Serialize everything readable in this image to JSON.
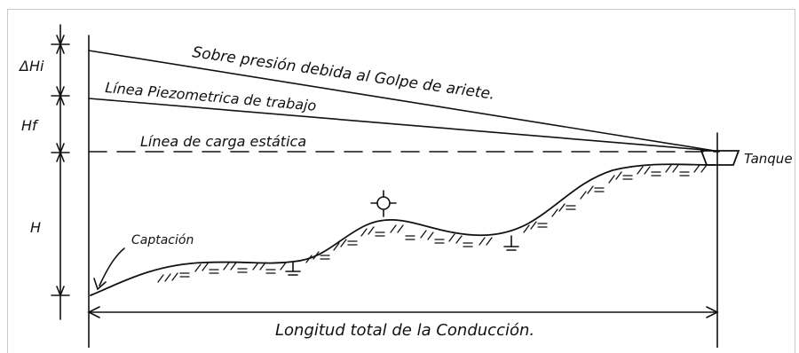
{
  "labels": {
    "delta_hi": "ΔHi",
    "hf": "Hf",
    "h": "H",
    "sobre_presion": "Sobre presión debida al Golpe de ariete.",
    "linea_piezometrica": "Línea Piezometrica de trabajo",
    "linea_carga": "Línea de carga estática",
    "tanque": "Tanque",
    "captacion": "Captación",
    "longitud": "Longitud total de la Conducción."
  },
  "colors": {
    "ink": "#111111",
    "frame": "#c9c9c9",
    "background": "#ffffff"
  }
}
